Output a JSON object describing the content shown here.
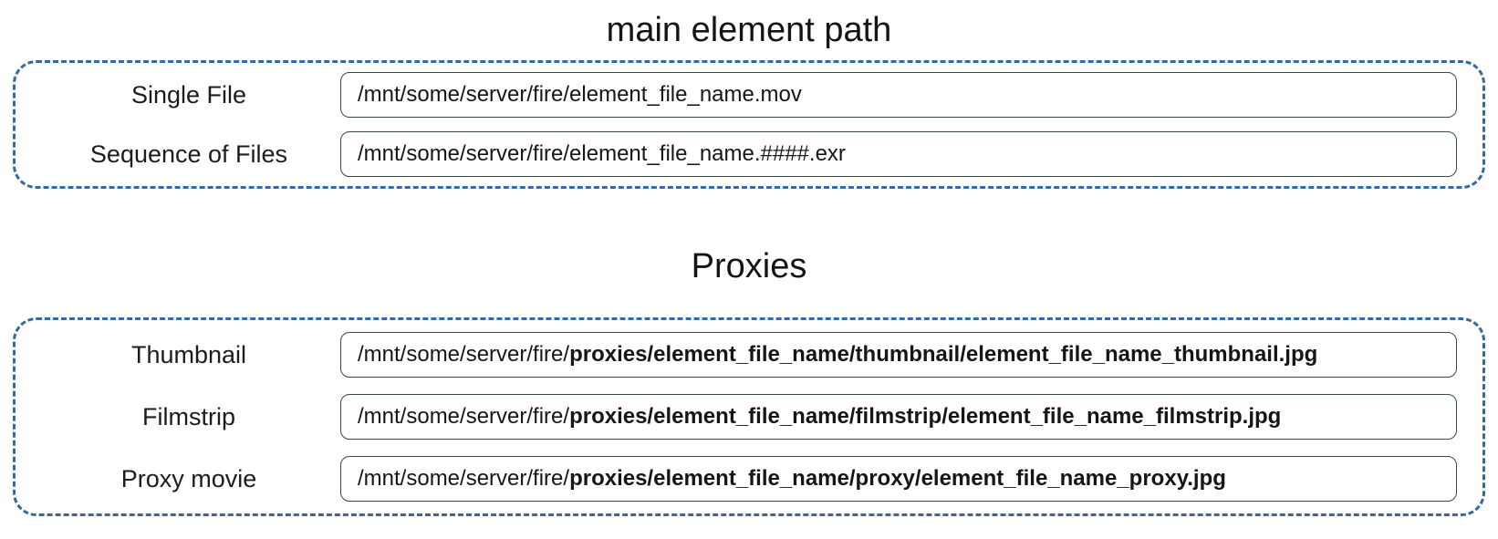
{
  "colors": {
    "group_dashed_border": "#38699e",
    "field_border": "#37474f",
    "text": "#1c1c1c",
    "background": "#ffffff"
  },
  "sections": [
    {
      "title": "main element path",
      "rows": [
        {
          "label": "Single File",
          "path": "/mnt/some/server/fire/element_file_name.mov",
          "path_bold": ""
        },
        {
          "label": "Sequence of Files",
          "path": "/mnt/some/server/fire/element_file_name.####.exr",
          "path_bold": ""
        }
      ]
    },
    {
      "title": "Proxies",
      "rows": [
        {
          "label": "Thumbnail",
          "path": "/mnt/some/server/fire/",
          "path_bold": "proxies/element_file_name/thumbnail/element_file_name_thumbnail.jpg"
        },
        {
          "label": "Filmstrip",
          "path": "/mnt/some/server/fire/",
          "path_bold": "proxies/element_file_name/filmstrip/element_file_name_filmstrip.jpg"
        },
        {
          "label": "Proxy movie",
          "path": "/mnt/some/server/fire/",
          "path_bold": "proxies/element_file_name/proxy/element_file_name_proxy.jpg"
        }
      ]
    }
  ]
}
